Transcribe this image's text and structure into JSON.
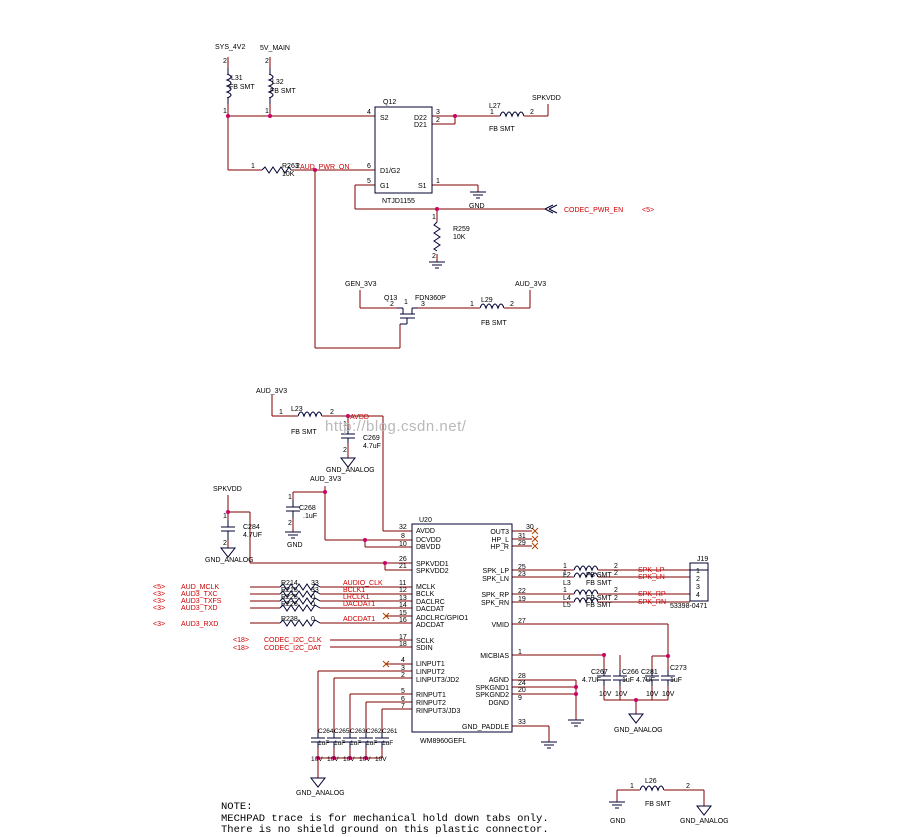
{
  "rails": {
    "sys_4v2": "SYS_4V2",
    "main_5v": "5V_MAIN",
    "spkvdd": "SPKVDD",
    "gen_3v3": "GEN_3V3",
    "aud_3v3": "AUD_3V3",
    "avdd": "AVDD",
    "gnd": "GND",
    "gnd_analog": "GND_ANALOG"
  },
  "q12": {
    "ref": "Q12",
    "part": "NTJD1155",
    "pin_s2": "S2",
    "pin_d22": "D22",
    "pin_d21": "D21",
    "pin_d1g2": "D1/G2",
    "pin_g1": "G1",
    "pin_s1": "S1",
    "n4": "4",
    "n3": "3",
    "n2": "2",
    "n6": "6",
    "n5": "5",
    "n1": "1"
  },
  "q13": {
    "ref": "Q13",
    "part": "FDN360P",
    "n1": "1",
    "n2": "2",
    "n3": "3"
  },
  "nets": {
    "aud_pwr_on": "AUD_PWR_ON",
    "codec_pwr_en": "CODEC_PWR_EN",
    "pwr_en_page": "<5>"
  },
  "parts": {
    "l31": {
      "ref": "L31",
      "val": "FB SMT",
      "n1": "1",
      "n2": "2"
    },
    "l32": {
      "ref": "L32",
      "val": "FB SMT",
      "n1": "1",
      "n2": "2"
    },
    "l27": {
      "ref": "L27",
      "val": "FB SMT",
      "n1": "1",
      "n2": "2"
    },
    "l29": {
      "ref": "L29",
      "val": "FB SMT",
      "n1": "1",
      "n2": "2"
    },
    "l23": {
      "ref": "L23",
      "val": "FB SMT",
      "n1": "1",
      "n2": "2"
    },
    "l26": {
      "ref": "L26",
      "val": "FB SMT",
      "n1": "1",
      "n2": "2"
    },
    "r263": {
      "ref": "R263",
      "val": "10K",
      "n1": "1",
      "n2": "2"
    },
    "r259": {
      "ref": "R259",
      "val": "10K",
      "n1": "1",
      "n2": "2"
    },
    "c269": {
      "ref": "C269",
      "val": "4.7uF",
      "n1": "1",
      "n2": "2"
    },
    "c268": {
      "ref": "C268",
      "val": ".1uF",
      "n1": "1",
      "n2": "2"
    },
    "c284": {
      "ref": "C284",
      "val": "4.7UF",
      "n1": "1",
      "n2": "2"
    }
  },
  "u20": {
    "ref": "U20",
    "part": "WM8960GEFL",
    "left_pins": [
      {
        "name": "AVDD",
        "num": "32"
      },
      {
        "name": "DCVDD",
        "num": "8"
      },
      {
        "name": "DBVDD",
        "num": "10"
      },
      {
        "name": "SPKVDD1",
        "num": "26"
      },
      {
        "name": "SPKVDD2",
        "num": "21"
      },
      {
        "name": "MCLK",
        "num": "11"
      },
      {
        "name": "BCLK",
        "num": "12"
      },
      {
        "name": "DACLRC",
        "num": "13"
      },
      {
        "name": "DACDAT",
        "num": "14"
      },
      {
        "name": "ADCLRC/GPIO1",
        "num": "15"
      },
      {
        "name": "ADCDAT",
        "num": "16"
      },
      {
        "name": "SCLK",
        "num": "17"
      },
      {
        "name": "SDIN",
        "num": "18"
      },
      {
        "name": "LINPUT1",
        "num": "4"
      },
      {
        "name": "LINPUT2",
        "num": "3"
      },
      {
        "name": "LINPUT3/JD2",
        "num": "2"
      },
      {
        "name": "RINPUT1",
        "num": "5"
      },
      {
        "name": "RINPUT2",
        "num": "6"
      },
      {
        "name": "RINPUT3/JD3",
        "num": "7"
      }
    ],
    "right_pins": [
      {
        "name": "OUT3",
        "num": "30"
      },
      {
        "name": "HP_L",
        "num": "31"
      },
      {
        "name": "HP_R",
        "num": "29"
      },
      {
        "name": "SPK_LP",
        "num": "25"
      },
      {
        "name": "SPK_LN",
        "num": "23"
      },
      {
        "name": "SPK_RP",
        "num": "22"
      },
      {
        "name": "SPK_RN",
        "num": "19"
      },
      {
        "name": "VMID",
        "num": "27"
      },
      {
        "name": "MICBIAS",
        "num": "1"
      },
      {
        "name": "AGND",
        "num": "28"
      },
      {
        "name": "SPKGND1",
        "num": "24"
      },
      {
        "name": "SPKGND2",
        "num": "20"
      },
      {
        "name": "DGND",
        "num": "9"
      },
      {
        "name": "GND_PADDLE",
        "num": "33"
      }
    ]
  },
  "audio_bus": [
    {
      "page": "<5>",
      "net": "AUD_MCLK",
      "res": "R214",
      "res_val": "33",
      "codec_net": "AUDIO_CLK"
    },
    {
      "page": "<3>",
      "net": "AUD3_TXC",
      "res": "R215",
      "res_val": "33",
      "codec_net": "BCLK1"
    },
    {
      "page": "<3>",
      "net": "AUD3_TXFS",
      "res": "R225",
      "res_val": "0",
      "codec_net": "LRCLK1"
    },
    {
      "page": "<3>",
      "net": "AUD3_TXD",
      "res": "R226",
      "res_val": "0",
      "codec_net": "DACDAT1"
    },
    {
      "page": "<3>",
      "net": "AUD3_RXD",
      "res": "R238",
      "res_val": "0",
      "codec_net": "ADCDAT1"
    }
  ],
  "i2c": [
    {
      "page": "<18>",
      "net": "CODEC_I2C_CLK"
    },
    {
      "page": "<18>",
      "net": "CODEC_I2C_DAT"
    }
  ],
  "speaker_out": [
    {
      "ind": "L2",
      "net": "SPK_LP",
      "pin": "1"
    },
    {
      "ind": "L3",
      "net": "SPK_LN",
      "pin": "2"
    },
    {
      "ind": "L4",
      "net": "SPK_RP",
      "pin": "3"
    },
    {
      "ind": "L5",
      "net": "SPK_RN",
      "pin": "4"
    }
  ],
  "spk_ind_val": "FB SMT",
  "j19": {
    "ref": "J19",
    "part": "53398-0471"
  },
  "right_caps": [
    {
      "ref": "C267",
      "val": "4.7UF",
      "volt": "10V"
    },
    {
      "ref": "C266",
      "val": "1uF",
      "volt": "10V"
    },
    {
      "ref": "C281",
      "val": "4.7UF",
      "volt": "10V"
    },
    {
      "ref": "C273",
      "val": "1uF",
      "volt": "10V"
    }
  ],
  "input_caps": [
    {
      "ref": "C264",
      "val": "1uF",
      "volt": "10V"
    },
    {
      "ref": "C265",
      "val": "1uF",
      "volt": "10V"
    },
    {
      "ref": "C263",
      "val": "1uF",
      "volt": "10V"
    },
    {
      "ref": "C262",
      "val": "1uF",
      "volt": "10V"
    },
    {
      "ref": "C261",
      "val": "1uF",
      "volt": "10V"
    }
  ],
  "watermark": "http://blog.csdn.net/",
  "note": {
    "title": "NOTE:",
    "line1": "MECHPAD trace is for mechanical hold down tabs only.",
    "line2": "There is no shield ground on this plastic connector."
  }
}
